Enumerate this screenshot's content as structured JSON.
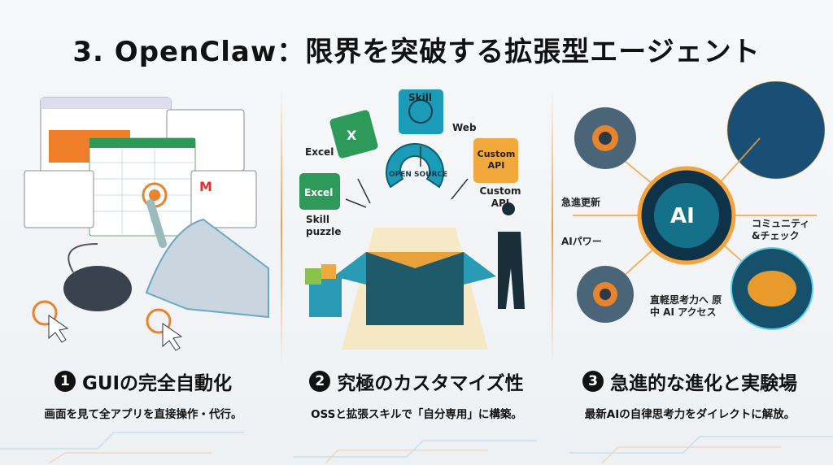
{
  "title": "3. OpenClaw：限界を突破する拡張型エージェント",
  "sections": [
    {
      "number": "1",
      "heading": "GUIの完全自動化",
      "description": "画面を見て全アプリを直接操作・代行。"
    },
    {
      "number": "2",
      "heading": "究極のカスタマイズ性",
      "description": "OSSと拡張スキルで「自分専用」に構築。",
      "labels": {
        "skill": "Skill",
        "web": "Web",
        "excel": "Excel",
        "excel_piece": "Excel",
        "skill_puzzle": "Skill puzzle",
        "custom_api_piece": "Custom API",
        "custom_api": "Custom API",
        "open_source": "OPEN SOURCE",
        "x": "X"
      }
    },
    {
      "number": "3",
      "heading": "急進的な進化と実験場",
      "description": "最新AIの自律思考力をダイレクトに解放。",
      "labels": {
        "ai": "AI",
        "rapid_update": "急進更新",
        "ai_power": "AIパワー",
        "community": "コミュニティ &チェック",
        "direct": "直軽思考力へ 原中 AI アクセス"
      }
    }
  ],
  "colors": {
    "accent": "#e8842c",
    "teal": "#1a9bb8",
    "green": "#2e9a5a"
  }
}
